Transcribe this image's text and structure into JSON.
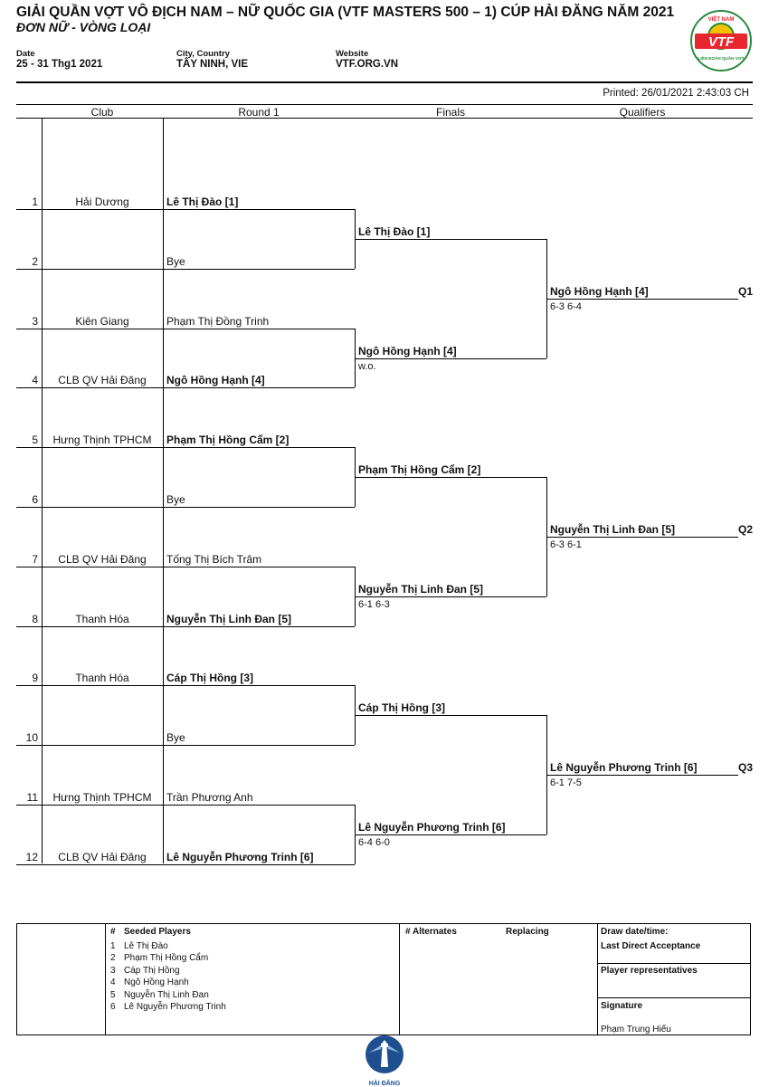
{
  "header": {
    "title": "GIẢI QUẦN VỢT VÔ ĐỊCH NAM – NỮ QUỐC GIA (VTF MASTERS 500 – 1) CÚP HẢI ĐĂNG NĂM 2021",
    "subtitle": "ĐƠN NỮ - VÒNG LOẠI",
    "date_label": "Date",
    "date_value": "25 - 31 Thg1 2021",
    "city_label": "City, Country",
    "city_value": "TÂY NINH, VIE",
    "website_label": "Website",
    "website_value": "VTF.ORG.VN",
    "printed": "Printed: 26/01/2021 2:43:03 CH",
    "logo": {
      "top_text": "VIỆT NAM",
      "main_text": "VTF",
      "bottom_text": "LIÊN ĐOÀN QUẦN VỢT",
      "colors": [
        "#e8262d",
        "#f2c200",
        "#2a8a3e"
      ]
    }
  },
  "columns": {
    "club": "Club",
    "round1": "Round 1",
    "finals": "Finals",
    "qualifiers": "Qualifiers"
  },
  "draw": [
    {
      "no": "1",
      "club": "Hải Dương",
      "player": "Lê Thị Đào [1]",
      "winner": true
    },
    {
      "no": "2",
      "club": "",
      "player": "Bye",
      "winner": false
    },
    {
      "no": "3",
      "club": "Kiên Giang",
      "player": "Phạm Thị Đồng Trinh",
      "winner": false
    },
    {
      "no": "4",
      "club": "CLB QV Hải Đăng",
      "player": "Ngô Hồng Hạnh [4]",
      "winner": true
    },
    {
      "no": "5",
      "club": "Hưng Thịnh TPHCM",
      "player": "Phạm Thị Hồng Cẩm [2]",
      "winner": true
    },
    {
      "no": "6",
      "club": "",
      "player": "Bye",
      "winner": false
    },
    {
      "no": "7",
      "club": "CLB QV Hải Đăng",
      "player": "Tống Thị Bích Trâm",
      "winner": false
    },
    {
      "no": "8",
      "club": "Thanh Hóa",
      "player": "Nguyễn Thị Linh Đan [5]",
      "winner": true
    },
    {
      "no": "9",
      "club": "Thanh Hóa",
      "player": "Cáp Thị Hồng [3]",
      "winner": true
    },
    {
      "no": "10",
      "club": "",
      "player": "Bye",
      "winner": false
    },
    {
      "no": "11",
      "club": "Hưng Thịnh TPHCM",
      "player": "Trần Phương Anh",
      "winner": false
    },
    {
      "no": "12",
      "club": "CLB QV Hải Đăng",
      "player": "Lê Nguyễn Phương Trinh [6]",
      "winner": true
    }
  ],
  "round2": [
    {
      "player": "Lê Thị Đào [1]",
      "score": ""
    },
    {
      "player": "Ngô Hồng Hạnh [4]",
      "score": "w.o."
    },
    {
      "player": "Phạm Thị Hồng Cẩm [2]",
      "score": ""
    },
    {
      "player": "Nguyễn Thị Linh Đan [5]",
      "score": "6-1 6-3"
    },
    {
      "player": "Cáp Thị Hồng [3]",
      "score": ""
    },
    {
      "player": "Lê Nguyễn Phương Trinh [6]",
      "score": "6-4 6-0"
    }
  ],
  "qualifiers": [
    {
      "player": "Ngô Hồng Hạnh [4]",
      "score": "6-3 6-4",
      "label": "Q1"
    },
    {
      "player": "Nguyễn Thị Linh Đan [5]",
      "score": "6-3 6-1",
      "label": "Q2"
    },
    {
      "player": "Lê Nguyễn Phương Trinh [6]",
      "score": "6-1 7-5",
      "label": "Q3"
    }
  ],
  "footer": {
    "hash": "#",
    "seeded_title": "Seeded Players",
    "seeded": [
      {
        "no": "1",
        "name": "Lê Thị Đào"
      },
      {
        "no": "2",
        "name": "Phạm Thị Hồng Cẩm"
      },
      {
        "no": "3",
        "name": "Cáp Thị Hồng"
      },
      {
        "no": "4",
        "name": "Ngô Hồng Hạnh"
      },
      {
        "no": "5",
        "name": "Nguyễn Thị Linh Đan"
      },
      {
        "no": "6",
        "name": "Lê Nguyễn Phương Trinh"
      }
    ],
    "alternates_title": "# Alternates",
    "replacing_title": "Replacing",
    "draw_datetime": "Draw date/time:",
    "last_direct": "Last Direct Acceptance",
    "player_reps": "Player representatives",
    "signature": "Signature",
    "signature_name": "Phạm Trung Hiếu",
    "bottom_logo_text": "HẢI ĐĂNG"
  }
}
